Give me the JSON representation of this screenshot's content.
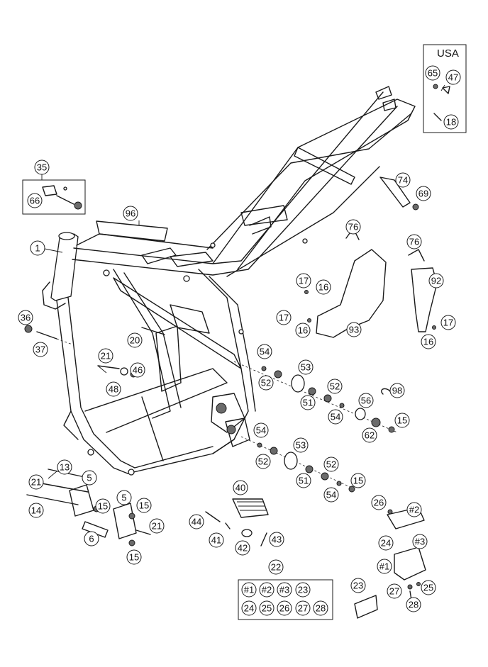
{
  "region_label": "USA",
  "callouts": [
    {
      "id": "c1",
      "label": "1"
    },
    {
      "id": "c35",
      "label": "35"
    },
    {
      "id": "c66",
      "label": "66"
    },
    {
      "id": "c96",
      "label": "96"
    },
    {
      "id": "c36",
      "label": "36"
    },
    {
      "id": "c37",
      "label": "37"
    },
    {
      "id": "c20",
      "label": "20"
    },
    {
      "id": "c21a",
      "label": "21"
    },
    {
      "id": "c46",
      "label": "46"
    },
    {
      "id": "c48",
      "label": "48"
    },
    {
      "id": "c13",
      "label": "13"
    },
    {
      "id": "c21b",
      "label": "21"
    },
    {
      "id": "c14",
      "label": "14"
    },
    {
      "id": "c5a",
      "label": "5"
    },
    {
      "id": "c15a",
      "label": "15"
    },
    {
      "id": "c5b",
      "label": "5"
    },
    {
      "id": "c15b",
      "label": "15"
    },
    {
      "id": "c6",
      "label": "6"
    },
    {
      "id": "c21c",
      "label": "21"
    },
    {
      "id": "c15c",
      "label": "15"
    },
    {
      "id": "c65",
      "label": "65"
    },
    {
      "id": "c47",
      "label": "47"
    },
    {
      "id": "c18",
      "label": "18"
    },
    {
      "id": "c74",
      "label": "74"
    },
    {
      "id": "c69",
      "label": "69"
    },
    {
      "id": "c76a",
      "label": "76"
    },
    {
      "id": "c76b",
      "label": "76"
    },
    {
      "id": "c92",
      "label": "92"
    },
    {
      "id": "c17a",
      "label": "17"
    },
    {
      "id": "c16a",
      "label": "16"
    },
    {
      "id": "c17b",
      "label": "17"
    },
    {
      "id": "c16b",
      "label": "16"
    },
    {
      "id": "c93",
      "label": "93"
    },
    {
      "id": "c17c",
      "label": "17"
    },
    {
      "id": "c16c",
      "label": "16"
    },
    {
      "id": "c54a",
      "label": "54"
    },
    {
      "id": "c53a",
      "label": "53"
    },
    {
      "id": "c52a",
      "label": "52"
    },
    {
      "id": "c52b",
      "label": "52"
    },
    {
      "id": "c51a",
      "label": "51"
    },
    {
      "id": "c54b",
      "label": "54"
    },
    {
      "id": "c56",
      "label": "56"
    },
    {
      "id": "c98",
      "label": "98"
    },
    {
      "id": "c15d",
      "label": "15"
    },
    {
      "id": "c62",
      "label": "62"
    },
    {
      "id": "c54c",
      "label": "54"
    },
    {
      "id": "c53b",
      "label": "53"
    },
    {
      "id": "c52c",
      "label": "52"
    },
    {
      "id": "c52d",
      "label": "52"
    },
    {
      "id": "c51b",
      "label": "51"
    },
    {
      "id": "c15e",
      "label": "15"
    },
    {
      "id": "c54d",
      "label": "54"
    },
    {
      "id": "c40",
      "label": "40"
    },
    {
      "id": "c44",
      "label": "44"
    },
    {
      "id": "c41",
      "label": "41"
    },
    {
      "id": "c42",
      "label": "42"
    },
    {
      "id": "c43",
      "label": "43"
    },
    {
      "id": "c22",
      "label": "22"
    },
    {
      "id": "c26",
      "label": "26"
    },
    {
      "id": "c2a",
      "label": "#2"
    },
    {
      "id": "c24a",
      "label": "24"
    },
    {
      "id": "c3a",
      "label": "#3"
    },
    {
      "id": "c1a",
      "label": "#1"
    },
    {
      "id": "c27a",
      "label": "27"
    },
    {
      "id": "c25a",
      "label": "25"
    },
    {
      "id": "c28a",
      "label": "28"
    },
    {
      "id": "c23a",
      "label": "23"
    },
    {
      "id": "k1",
      "label": "#1"
    },
    {
      "id": "k2",
      "label": "#2"
    },
    {
      "id": "k3",
      "label": "#3"
    },
    {
      "id": "k23",
      "label": "23"
    },
    {
      "id": "k24",
      "label": "24"
    },
    {
      "id": "k25",
      "label": "25"
    },
    {
      "id": "k26",
      "label": "26"
    },
    {
      "id": "k27",
      "label": "27"
    },
    {
      "id": "k28",
      "label": "28"
    }
  ]
}
